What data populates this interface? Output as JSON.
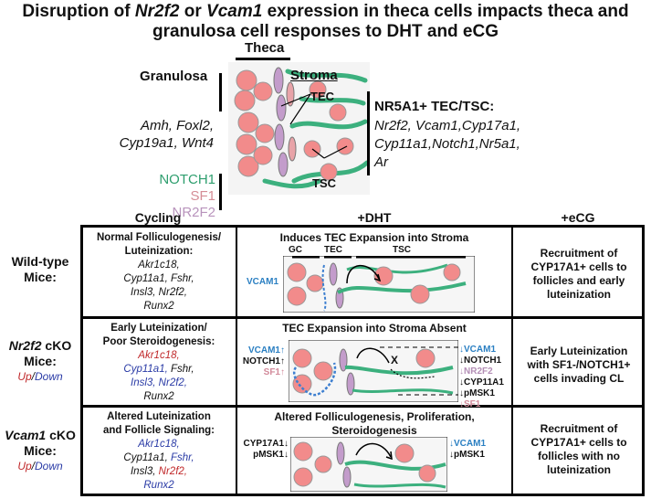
{
  "title": {
    "line1_prefix": "Disruption of ",
    "line1_gene1": "Nr2f2",
    "line1_or": " or ",
    "line1_gene2": "Vcam1",
    "line1_suffix": " expression in theca cells impacts theca and",
    "line2": "granulosa cell responses to DHT and eCG"
  },
  "top": {
    "theca_label": "Theca",
    "stroma_label": "Stroma",
    "granulosa_label": "Granulosa",
    "tec_label": "TEC",
    "tsc_label": "TSC",
    "granulosa_genes_1": "Amh, Foxl2,",
    "granulosa_genes_2": "Cyp19a1, Wnt4",
    "legend_notch1": "NOTCH1",
    "legend_sf1": "SF1",
    "legend_nr2f2": "NR2F2",
    "tec_tsc_title": "NR5A1+ TEC/TSC:",
    "tec_tsc_genes_1": "Nr2f2, Vcam1,Cyp17a1,",
    "tec_tsc_genes_2": "Cyp11a1,Notch1,Nr5a1,",
    "tec_tsc_genes_3": "Ar"
  },
  "columns": {
    "cycling": "Cycling",
    "dht": "+DHT",
    "ecg": "+eCG"
  },
  "rows": {
    "wt": {
      "label_1": "Wild-type",
      "label_2": "Mice:",
      "cycling_head_1": "Normal Folliculogenesis/",
      "cycling_head_2": "Luteinization:",
      "cycling_genes_1": "Akr1c18,",
      "cycling_genes_2": "Cyp11a1, Fshr,",
      "cycling_genes_3": "Insl3, Nr2f2,",
      "cycling_genes_4": "Runx2",
      "dht_title": "Induces TEC Expansion into Stroma",
      "dht_gc": "GC",
      "dht_tec": "TEC",
      "dht_tsc": "TSC",
      "dht_vcam1": "VCAM1",
      "ecg_1": "Recruitment of",
      "ecg_2": "CYP17A1+ cells to",
      "ecg_3": "follicles and early",
      "ecg_4": "luteinization"
    },
    "nr2f2": {
      "label_gene": "Nr2f2",
      "label_suffix": " cKO",
      "label_2": "Mice:",
      "label_up": "Up",
      "label_slash": "/",
      "label_down": "Down",
      "cycling_head_1": "Early Luteinization/",
      "cycling_head_2": "Poor Steroidogenesis:",
      "cycling_genes_1": "Akr1c18,",
      "cycling_genes_2a": "Cyp11a1,",
      "cycling_genes_2b": " Fshr,",
      "cycling_genes_3": "Insl3, Nr2f2,",
      "cycling_genes_4": "Runx2",
      "dht_title": "TEC Expansion into Stroma Absent",
      "left_vcam1": "VCAM1↑",
      "left_notch1": "NOTCH1↑",
      "left_sf1": "SF1↑",
      "cross": "X",
      "right_vcam1": "↓VCAM1",
      "right_notch1": "↓NOTCH1",
      "right_nr2f2": "↓NR2F2",
      "right_cyp11a1": "↓CYP11A1",
      "right_pmsk1": "↓pMSK1",
      "right_sf1": "↓SF1",
      "ecg_1": "Early Luteinization",
      "ecg_2": "with SF1-/NOTCH1+",
      "ecg_3": "cells invading CL"
    },
    "vcam1": {
      "label_gene": "Vcam1",
      "label_suffix": " cKO",
      "label_2": "Mice:",
      "label_up": "Up",
      "label_slash": "/",
      "label_down": "Down",
      "cycling_head_1": "Altered Luteinization",
      "cycling_head_2": "and Follicle Signaling:",
      "cycling_genes_1": "Akr1c18,",
      "cycling_genes_2a": "Cyp11a1, ",
      "cycling_genes_2b": "Fshr,",
      "cycling_genes_3a": "Insl3, ",
      "cycling_genes_3b": "Nr2f2,",
      "cycling_genes_4": "Runx2",
      "dht_title_1": "Altered Folliculogenesis, Proliferation,",
      "dht_title_2": "Steroidogenesis",
      "left_cyp17a1": "CYP17A1↓",
      "left_pmsk1": "pMSK1↓",
      "right_vcam1": "↓VCAM1",
      "right_pmsk1": "↓pMSK1",
      "ecg_1": "Recruitment of",
      "ecg_2": "CYP17A1+ cells to",
      "ecg_3": "follicles with no",
      "ecg_4": "luteinization"
    }
  }
}
